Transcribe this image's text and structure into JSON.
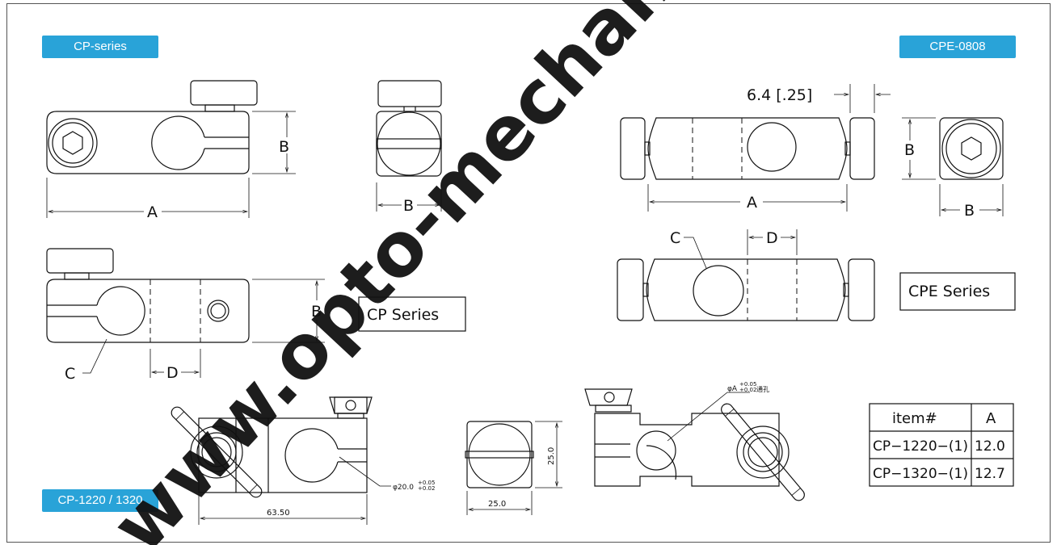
{
  "badges": {
    "cp_series": "CP-series",
    "cpe_0808": "CPE-0808",
    "cp_1220_1320": "CP-1220 / 1320"
  },
  "labels": {
    "a": "A",
    "b": "B",
    "c": "C",
    "d": "D",
    "cp_series_box": "CP Series",
    "cpe_series_box": "CPE Series",
    "dim_64": "6.4 [.25]",
    "dim_6350": "63.50",
    "dim_250_h": "25.0",
    "dim_250_v": "25.0",
    "dim_phi20": "φ20.0",
    "dim_phi20_tol_up": "+0.05",
    "dim_phi20_tol_dn": "+0.02",
    "dim_phiA": "φA",
    "dim_phiA_tol_up": "+0.05",
    "dim_phiA_tol_dn": "+0.02",
    "dim_phiA_note": "通孔"
  },
  "table": {
    "headers": [
      "item#",
      "A"
    ],
    "rows": [
      [
        "CP−1220−(1)",
        "12.0"
      ],
      [
        "CP−1320−(1)",
        "12.7"
      ]
    ]
  },
  "watermark": "www.opto-mechanics",
  "colors": {
    "badge": "#29a3d8",
    "watermark": "#1a1ae6",
    "line": "#111111"
  }
}
